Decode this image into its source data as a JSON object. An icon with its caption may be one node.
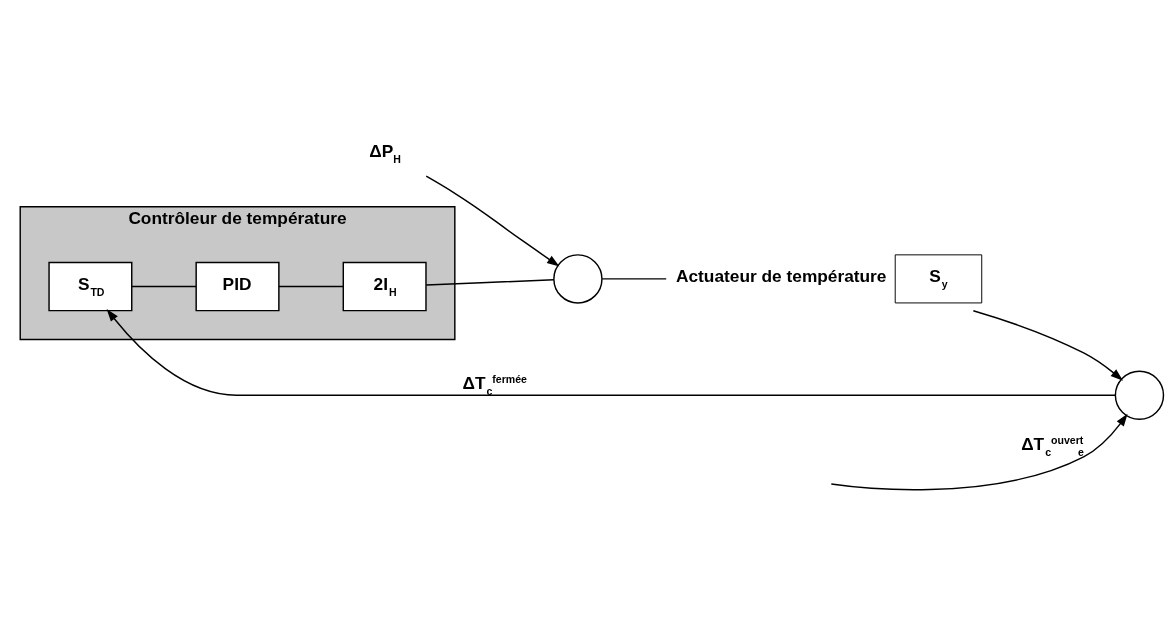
{
  "diagram": {
    "nodes": [
      {
        "text": [
          "Contrôleur de température"
        ]
      },
      {
        "text": [
          "S$_{TD}$"
        ],
        "in": 0
      },
      {
        "text": [
          "PID"
        ],
        "in": 0
      },
      {
        "text": [
          "2I$_{H}$"
        ],
        "in": 0
      },
      {
        "text": [],
        "shape": "circle"
      },
      {
        "text": [],
        "shape": "circle"
      },
      {
        "text": [
          "S$_{y}$"
        ],
        "beside": [
          "Actuateur de température"
        ]
      },
      {
        "text": [
          "ΔP$_{H}$"
        ]
      }
    ],
    "edges": [
      {
        "from": null,
        "to": 4,
        "arrow": "to",
        "label": "ΔT$_{c}$$^{ouvert}$$_{e}$"
      },
      {
        "from": 4,
        "to": 1,
        "arrow": "to",
        "label": "ΔT$_{c}$$^{fermée}$"
      },
      {
        "from": 1,
        "to": 2,
        "arrow": "none"
      },
      {
        "from": 2,
        "to": 3,
        "arrow": "none"
      },
      {
        "from": 3,
        "to": 5,
        "arrow": "none"
      },
      {
        "from": 5,
        "to": 6,
        "arrow": "none"
      },
      {
        "from": 6,
        "to": 4,
        "arrow": "to"
      },
      {
        "from": 7,
        "to": 5,
        "arrow": "to"
      }
    ]
  }
}
